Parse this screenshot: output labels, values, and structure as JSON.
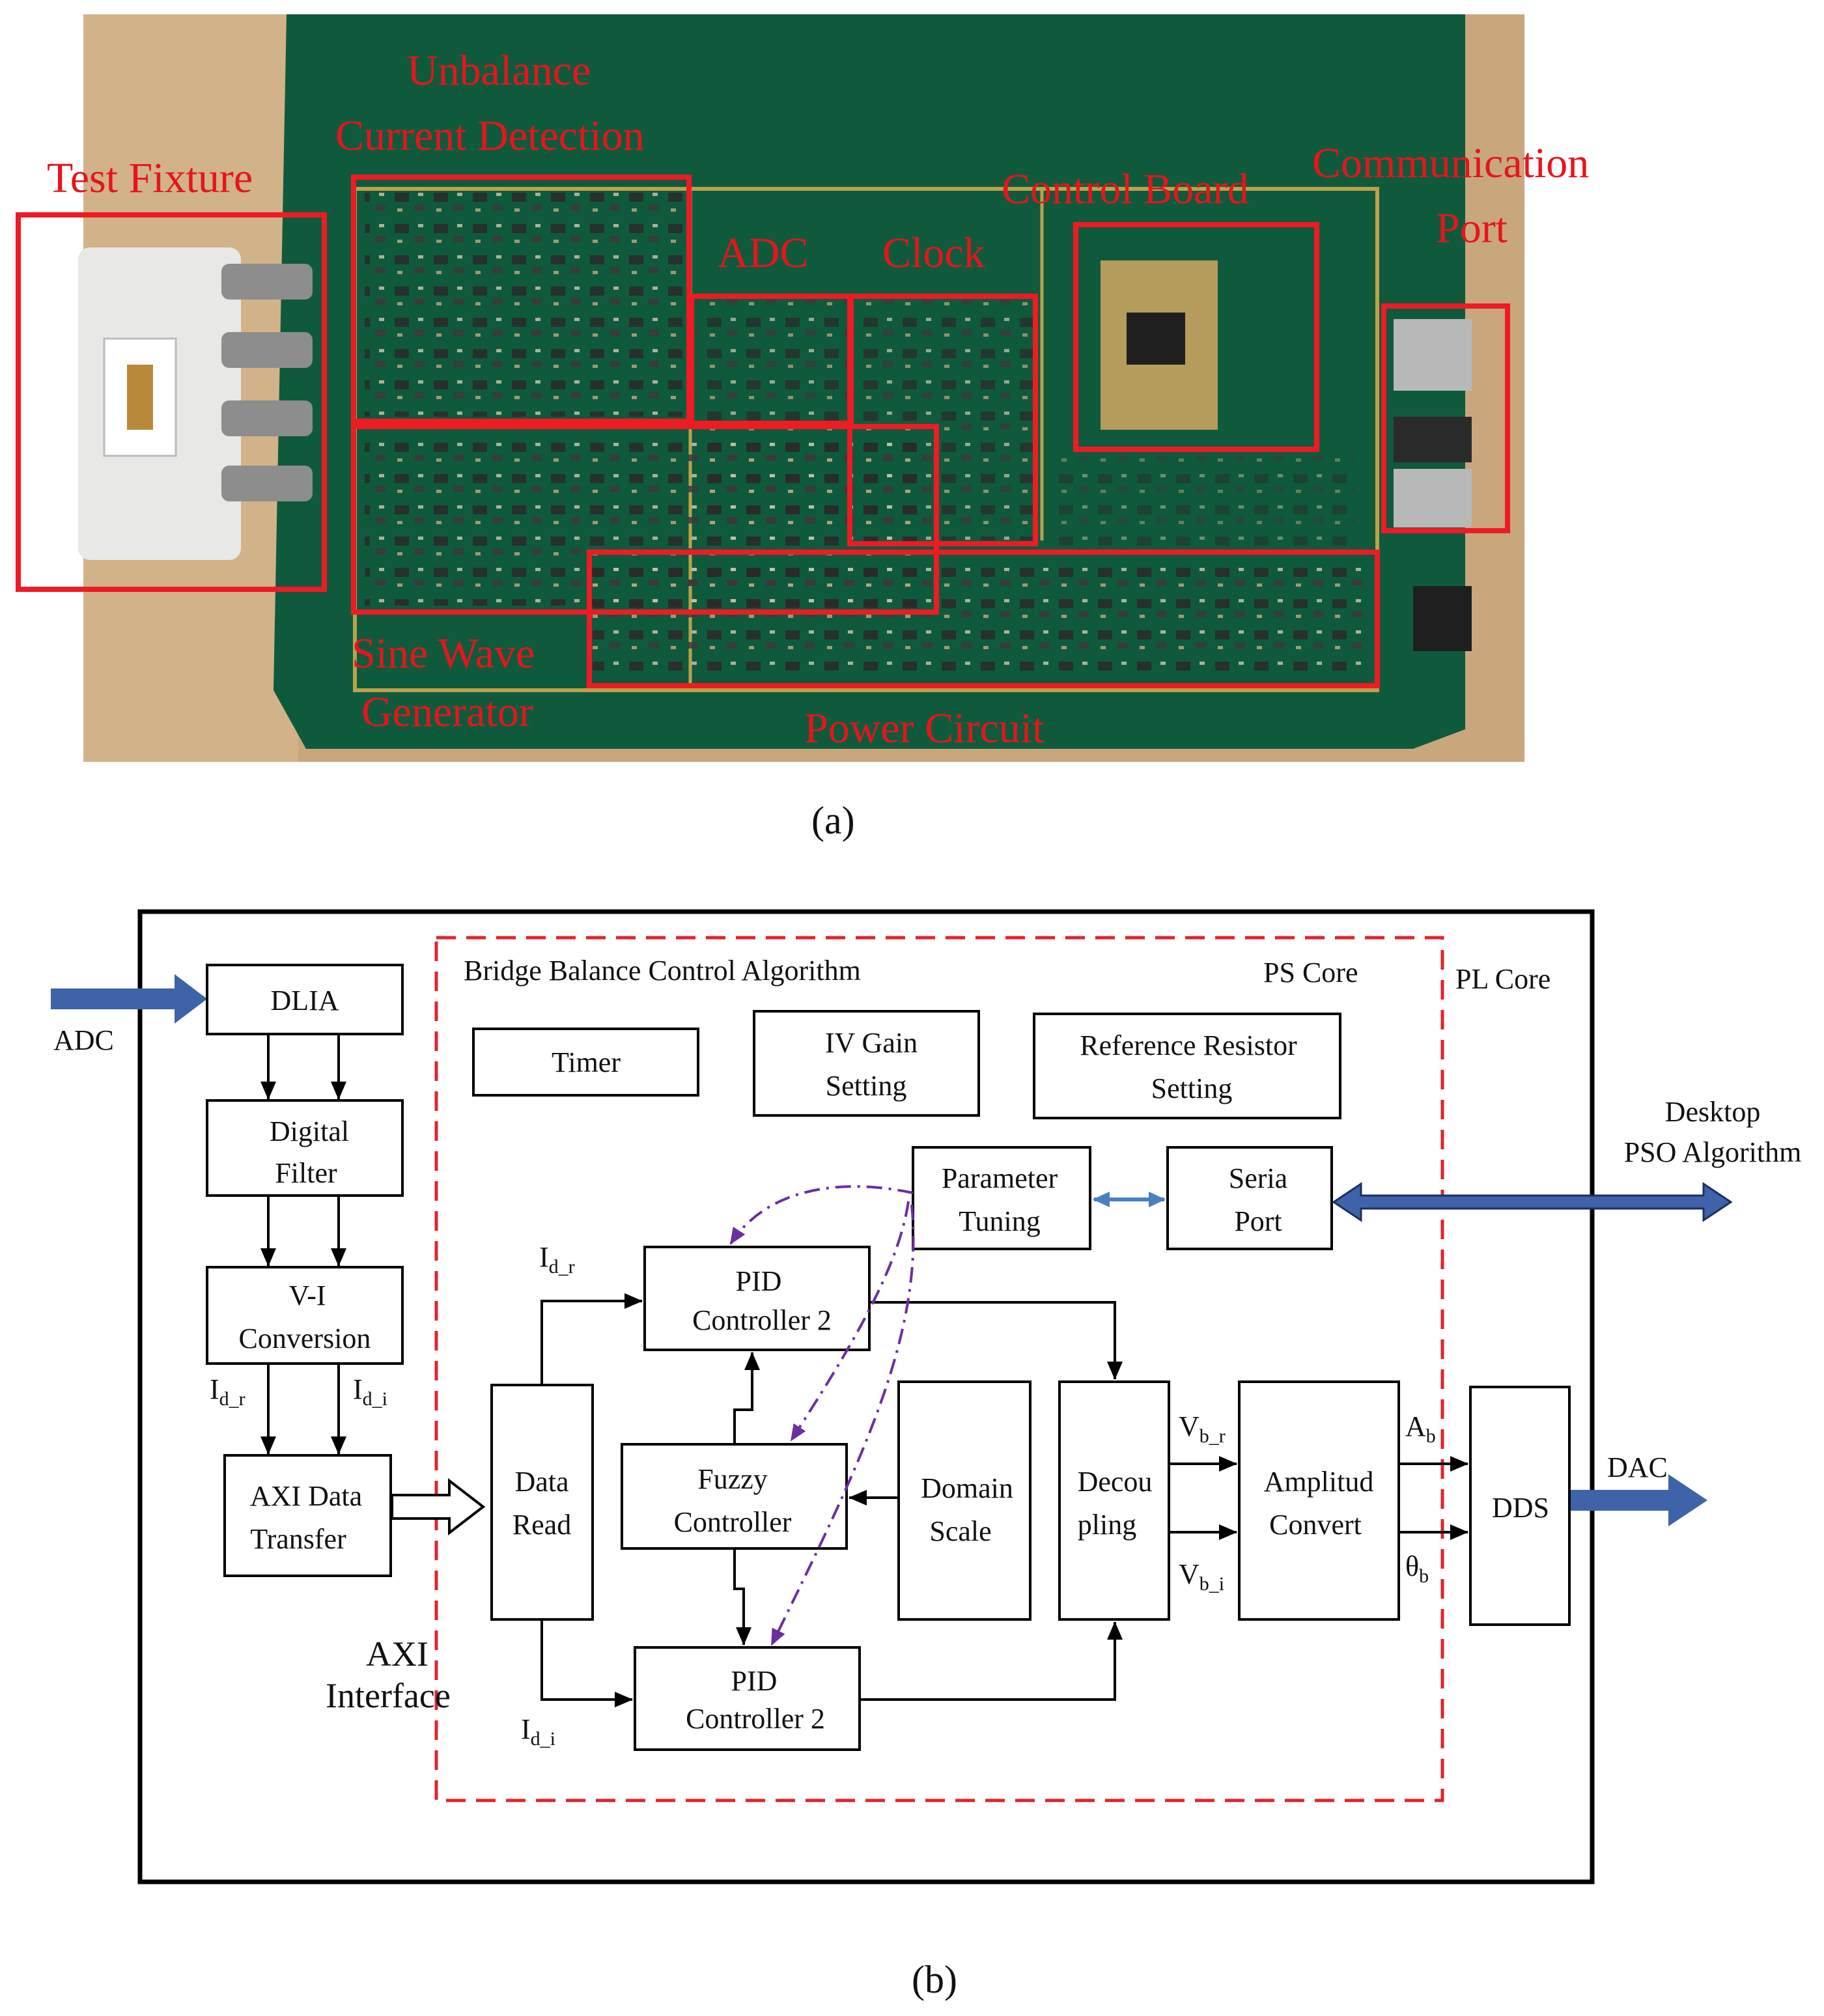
{
  "panel_a": {
    "caption": "(a)",
    "labels": {
      "test_fixture": "Test Fixture",
      "unbalance_1": "Unbalance",
      "unbalance_2": "Current Detection",
      "adc": "ADC",
      "clock": "Clock",
      "control_board": "Control Board",
      "communication_1": "Communication",
      "communication_2": "Port",
      "sine_1": "Sine Wave",
      "sine_2": "Generator",
      "power_circuit": "Power Circuit"
    },
    "colors": {
      "board": "#0f5a3c",
      "wood": "#c9a77c",
      "highlight": "#ee1b24"
    }
  },
  "panel_b": {
    "caption": "(b)",
    "regions": {
      "ps_core_title": "Bridge Balance Control Algorithm",
      "ps_core": "PS Core",
      "pl_core": "PL Core"
    },
    "external": {
      "adc": "ADC",
      "desktop_1": "Desktop",
      "desktop_2": "PSO Algorithm",
      "dac": "DAC",
      "axi_1": "AXI",
      "axi_2": "Interface"
    },
    "blocks": {
      "dlia": "DLIA",
      "digital_filter_1": "Digital",
      "digital_filter_2": "Filter",
      "vi_conversion_1": "V-I",
      "vi_conversion_2": "Conversion",
      "axi_transfer_1": "AXI Data",
      "axi_transfer_2": "Transfer",
      "timer": "Timer",
      "iv_gain_1": "IV Gain",
      "iv_gain_2": "Setting",
      "ref_resistor_1": "Reference Resistor",
      "ref_resistor_2": "Setting",
      "param_tuning_1": "Parameter",
      "param_tuning_2": "Tuning",
      "serial_port_1": "Seria",
      "serial_port_2": "Port",
      "data_read_1": "Data",
      "data_read_2": "Read",
      "pid_top_1": "PID",
      "pid_top_2": "Controller 2",
      "fuzzy_1": "Fuzzy",
      "fuzzy_2": "Controller",
      "domain_scale_1": "Domain",
      "domain_scale_2": "Scale",
      "decoupling_1": "Decou",
      "decoupling_2": "pling",
      "amplitude_1": "Amplitud",
      "amplitude_2": "Convert",
      "dds": "DDS",
      "pid_bottom_1": "PID",
      "pid_bottom_2": "Controller 2"
    },
    "signals": {
      "i_base": "I",
      "i_dr_sub": "d_r",
      "i_di_sub": "d_i",
      "v_base": "V",
      "v_br_sub": "b_r",
      "v_bi_sub": "b_i",
      "a_base": "A",
      "a_sub": "b",
      "theta_base": "θ",
      "theta_sub": "b"
    },
    "colors": {
      "blue_arrow": "#3e63a8",
      "light_blue": "#4a7fc4",
      "purple": "#6a2fa0",
      "ps_border": "#e0242b"
    }
  }
}
